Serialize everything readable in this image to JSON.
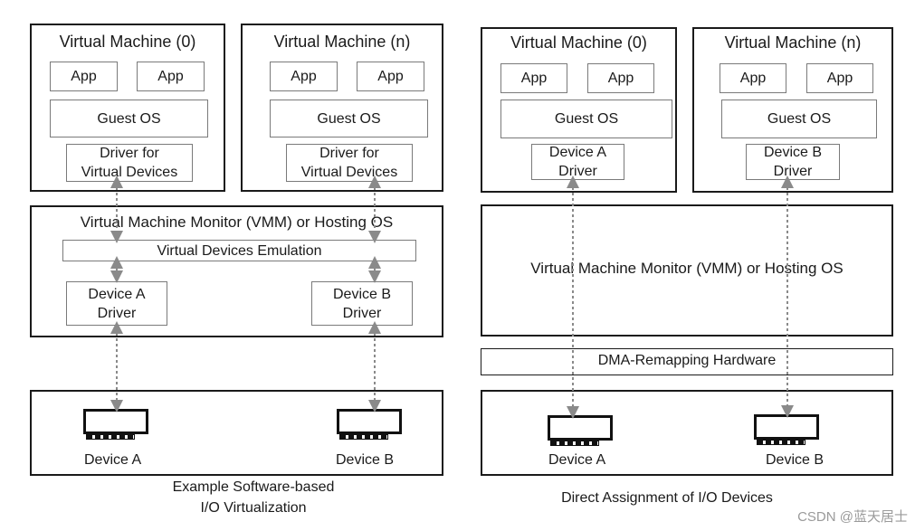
{
  "left": {
    "vm0": {
      "title": "Virtual Machine (0)",
      "app1": "App",
      "app2": "App",
      "guest_os": "Guest OS",
      "driver_line1": "Driver for",
      "driver_line2": "Virtual Devices"
    },
    "vmn": {
      "title": "Virtual Machine (n)",
      "app1": "App",
      "app2": "App",
      "guest_os": "Guest OS",
      "driver_line1": "Driver for",
      "driver_line2": "Virtual Devices"
    },
    "vmm": {
      "title": "Virtual Machine Monitor (VMM) or Hosting OS",
      "emulation": "Virtual Devices Emulation",
      "driver_a_line1": "Device A",
      "driver_a_line2": "Driver",
      "driver_b_line1": "Device B",
      "driver_b_line2": "Driver"
    },
    "devices": {
      "a": "Device A",
      "b": "Device B"
    },
    "caption_line1": "Example Software-based",
    "caption_line2": "I/O Virtualization"
  },
  "right": {
    "vm0": {
      "title": "Virtual Machine (0)",
      "app1": "App",
      "app2": "App",
      "guest_os": "Guest OS",
      "driver_line1": "Device A",
      "driver_line2": "Driver"
    },
    "vmn": {
      "title": "Virtual Machine (n)",
      "app1": "App",
      "app2": "App",
      "guest_os": "Guest OS",
      "driver_line1": "Device B",
      "driver_line2": "Driver"
    },
    "vmm": {
      "title": "Virtual Machine Monitor (VMM) or Hosting OS"
    },
    "dma": "DMA-Remapping Hardware",
    "devices": {
      "a": "Device A",
      "b": "Device B"
    },
    "caption": "Direct Assignment of I/O Devices"
  },
  "watermark": "CSDN @蓝天居士"
}
